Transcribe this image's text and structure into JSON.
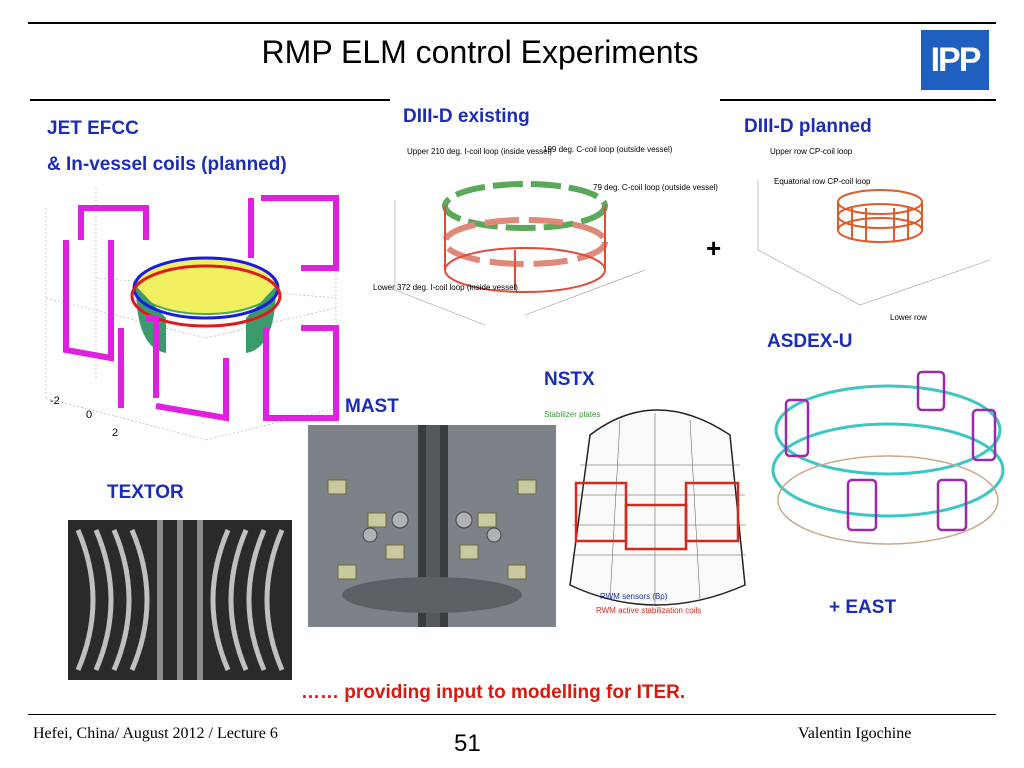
{
  "slide": {
    "title": "RMP ELM control Experiments",
    "logo_text": "IPP"
  },
  "labels": {
    "jet_line1": "JET EFCC",
    "jet_line2": "& In-vessel coils (planned)",
    "diiid_existing": "DIII-D existing",
    "diiid_planned": "DIII-D planned",
    "plus": "+",
    "asdex": "ASDEX-U",
    "nstx": "NSTX",
    "mast": "MAST",
    "textor": "TEXTOR",
    "east": "+ EAST",
    "iter_note": "…… providing input to modelling for ITER."
  },
  "diiid_existing_annotations": {
    "upper": "Upper 210 deg. I-coil loop (inside vessel)",
    "ccoil199": "199 deg. C-coil loop (outside vessel)",
    "ccoil79": "79 deg. C-coil loop (outside vessel)",
    "lower": "Lower 372 deg. I-coil loop (inside vessel)"
  },
  "diiid_planned_annotations": {
    "upper_row": "Upper row CP-coil loop",
    "equatorial": "Equatorial row CP-coil loop",
    "lower_row": "Lower row"
  },
  "nstx_annotations": {
    "stabilizer": "Stabilizer plates",
    "rwm_sensors": "RWM sensors (Bp)",
    "rwm_coils": "RWM active stabilization coils"
  },
  "jet_axis_ticks": [
    "-2",
    "0",
    "2"
  ],
  "footer": {
    "left": "Hefei, China/ August 2012 / Lecture 6",
    "page": "51",
    "right": "Valentin Igochine"
  },
  "colors": {
    "label_blue": "#1b2db8",
    "note_red": "#d8190d",
    "logo_blue": "#1f5fbf",
    "magenta_coil": "#e020e0"
  }
}
